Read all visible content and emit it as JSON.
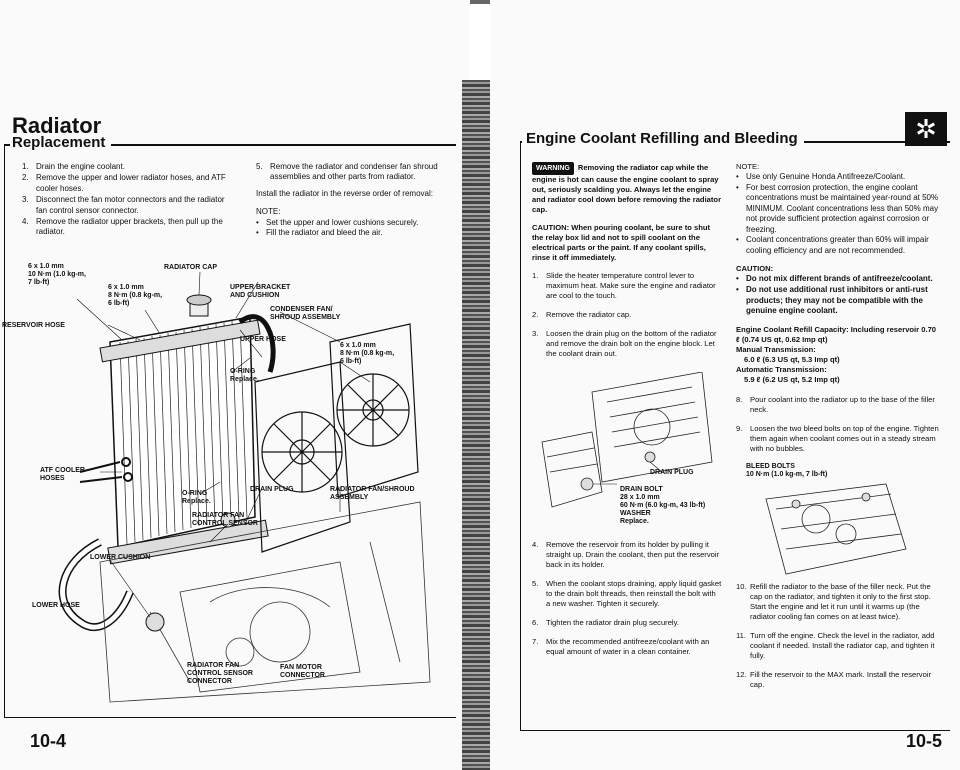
{
  "left_page": {
    "title": "Radiator",
    "subtitle": "Replacement",
    "steps_col1": [
      {
        "num": "1.",
        "text": "Drain the engine coolant."
      },
      {
        "num": "2.",
        "text": "Remove the upper and lower radiator hoses, and ATF cooler hoses."
      },
      {
        "num": "3.",
        "text": "Disconnect the fan motor connectors and the radiator fan control sensor connector."
      },
      {
        "num": "4.",
        "text": "Remove the radiator upper brackets, then pull up the radiator."
      }
    ],
    "steps_col2": [
      {
        "num": "5.",
        "text": "Remove the radiator and condenser fan shroud assemblies and other parts from radiator."
      }
    ],
    "install_text": "Install the radiator in the reverse order of removal:",
    "note_label": "NOTE:",
    "notes": [
      "Set the upper and lower cushions securely.",
      "Fill the radiator and bleed the air."
    ],
    "diagram_labels": {
      "bolt1": "6 x 1.0 mm\n10 N·m (1.0 kg-m,\n7 lb-ft)",
      "radiator_cap": "RADIATOR CAP",
      "bolt2": "6 x 1.0 mm\n8 N·m (0.8 kg-m,\n6 lb-ft)",
      "upper_bracket": "UPPER BRACKET\nAND CUSHION",
      "reservoir_hose": "RESERVOIR HOSE",
      "condenser_fan": "CONDENSER FAN/\nSHROUD ASSEMBLY",
      "upper_hose": "UPPER HOSE",
      "bolt3": "6 x 1.0 mm\n8 N·m (0.8 kg-m,\n6 lb-ft)",
      "oring1": "O-RING\nReplace.",
      "atf_cooler": "ATF COOLER\nHOSES",
      "oring2": "O-RING\nReplace.",
      "drain_plug": "DRAIN PLUG",
      "radiator_fan_shroud": "RADIATOR FAN/SHROUD\nASSEMBLY",
      "fan_control_sensor": "RADIATOR FAN\nCONTROL SENSOR",
      "lower_cushion": "LOWER CUSHION",
      "lower_hose": "LOWER HOSE",
      "fan_control_connector": "RADIATOR FAN\nCONTROL SENSOR\nCONNECTOR",
      "fan_motor_connector": "FAN MOTOR\nCONNECTOR"
    },
    "page_number": "10-4"
  },
  "right_page": {
    "title": "Engine Coolant Refilling and Bleeding",
    "warning_badge": "WARNING",
    "warning_text": "Removing the radiator cap while the engine is hot can cause the engine coolant to spray out, seriously scalding you. Always let the engine and radiator cool down before removing the radiator cap.",
    "caution_text": "CAUTION: When pouring coolant, be sure to shut the relay box lid and not to spill coolant on the electrical parts or the paint. If any coolant spills, rinse it off immediately.",
    "steps_a": [
      {
        "num": "1.",
        "text": "Slide the heater temperature control lever to maximum heat. Make sure the engine and radiator are cool to the touch."
      },
      {
        "num": "2.",
        "text": "Remove the radiator cap."
      },
      {
        "num": "3.",
        "text": "Loosen the drain plug on the bottom of the radiator and remove the drain bolt on the engine block. Let the coolant drain out."
      }
    ],
    "drain_labels": {
      "drain_plug": "DRAIN PLUG",
      "drain_bolt": "DRAIN BOLT\n28 x 1.0 mm\n60 N·m (6.0 kg-m, 43 lb-ft)\nWASHER\nReplace."
    },
    "steps_b": [
      {
        "num": "4.",
        "text": "Remove the reservoir from its holder by pulling it straight up. Drain the coolant, then put the reservoir back in its holder."
      },
      {
        "num": "5.",
        "text": "When the coolant stops draining, apply liquid gasket to the drain bolt threads, then reinstall the bolt with a new washer. Tighten it securely."
      },
      {
        "num": "6.",
        "text": "Tighten the radiator drain plug securely."
      },
      {
        "num": "7.",
        "text": "Mix the recommended antifreeze/coolant with an equal amount of water in a clean container."
      }
    ],
    "note_label": "NOTE:",
    "notes": [
      "Use only Genuine Honda Antifreeze/Coolant.",
      "For best corrosion protection, the engine coolant concentrations must be maintained year-round at 50% MINIMUM. Coolant concentrations less than 50% may not provide sufficient protection against corrosion or freezing.",
      "Coolant concentrations greater than 60% will impair cooling efficiency and are not recommended."
    ],
    "caution_label": "CAUTION:",
    "cautions": [
      "Do not mix different brands of antifreeze/coolant.",
      "Do not use additional rust inhibitors or anti-rust products; they may not be compatible with the genuine engine coolant."
    ],
    "capacity": {
      "heading": "Engine Coolant Refill Capacity: Including reservoir 0.70 ℓ (0.74 US qt, 0.62 Imp qt)",
      "manual_label": "Manual Transmission:",
      "manual_value": "6.0 ℓ (6.3 US qt, 5.3 Imp qt)",
      "auto_label": "Automatic Transmission:",
      "auto_value": "5.9 ℓ (6.2 US qt, 5.2 Imp qt)"
    },
    "steps_c": [
      {
        "num": "8.",
        "text": "Pour coolant into the radiator up to the base of the filler neck."
      },
      {
        "num": "9.",
        "text": "Loosen the two bleed bolts on top of the engine. Tighten them again when coolant comes out in a steady stream with no bubbles."
      }
    ],
    "bleed_bolts_label": "BLEED BOLTS\n10 N·m (1.0 kg-m, 7 lb-ft)",
    "steps_d": [
      {
        "num": "10.",
        "text": "Refill the radiator to the base of the filler neck. Put the cap on the radiator, and tighten it only to the first stop. Start the engine and let it run until it warms up (the radiator cooling fan comes on at least twice)."
      },
      {
        "num": "11.",
        "text": "Turn off the engine. Check the level in the radiator, add coolant if needed. Install the radiator cap, and tighten it fully."
      },
      {
        "num": "12.",
        "text": "Fill the reservoir to the MAX mark. Install the reservoir cap."
      }
    ],
    "page_number": "10-5",
    "icon_glyph": "✲"
  }
}
